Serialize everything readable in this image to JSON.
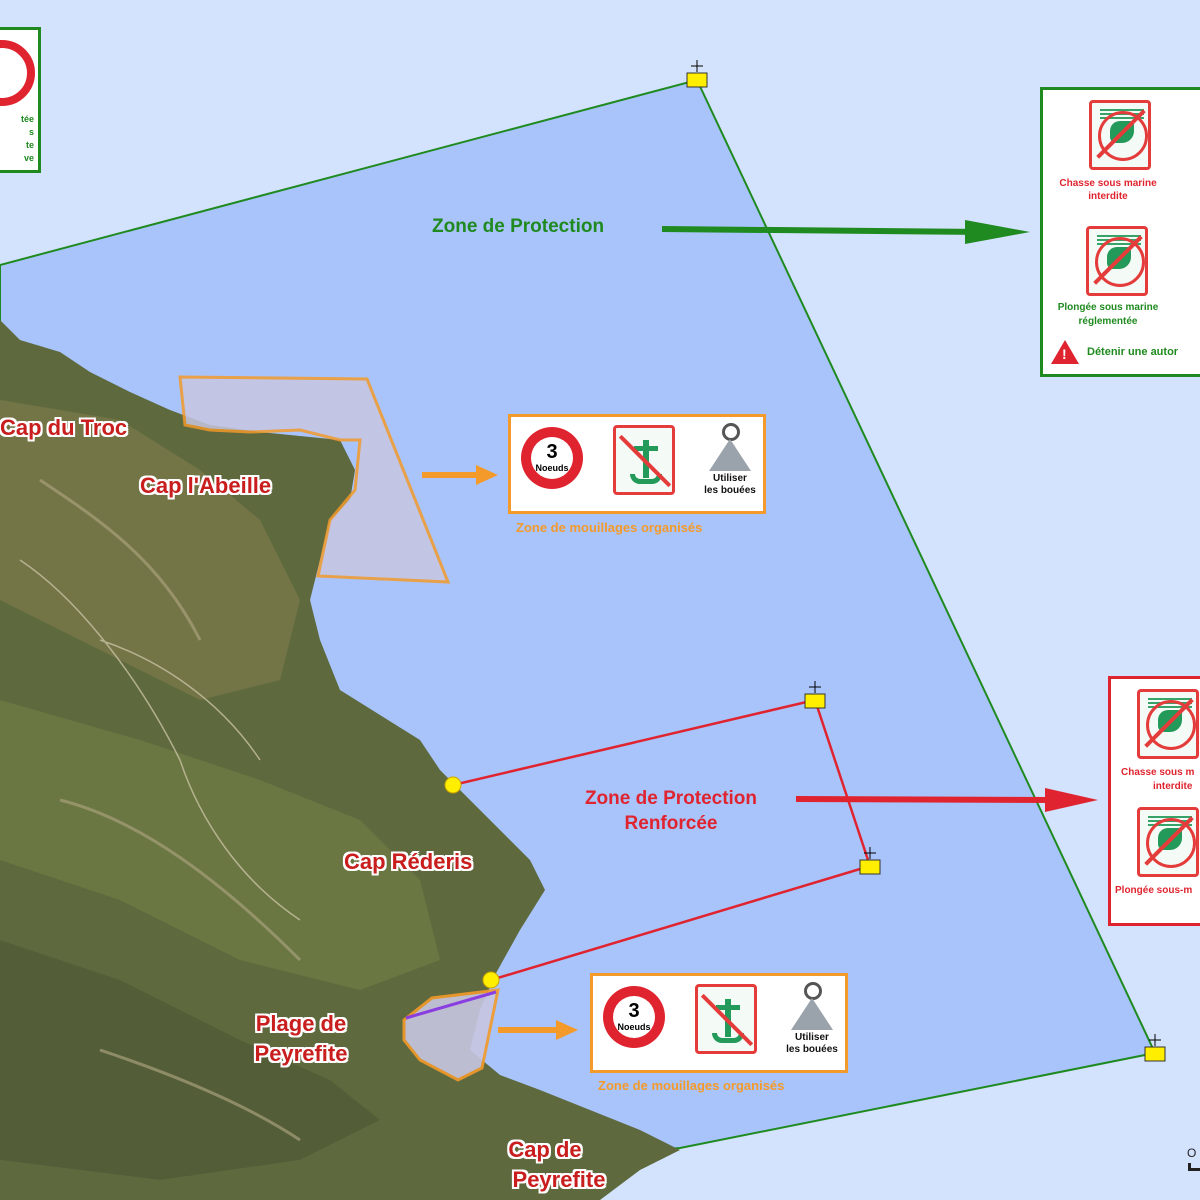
{
  "places": {
    "cap_troc": "Cap du Troc",
    "cap_abeille": "Cap l'Abeille",
    "cap_rederis": "Cap Réderis",
    "plage_peyrefite_1": "Plage de",
    "plage_peyrefite_2": "Peyrefite",
    "cap_peyrefite_1": "Cap de",
    "cap_peyrefite_2": "Peyrefite"
  },
  "zones": {
    "protection": "Zone de Protection",
    "renforcee_1": "Zone de Protection",
    "renforcee_2": "Renforcée"
  },
  "protection_panel": {
    "chasse_1": "Chasse sous marine",
    "chasse_2": "interdite",
    "plongee_1": "Plongée sous marine",
    "plongee_2": "réglementée",
    "warning": "Détenir une autor"
  },
  "renforcee_panel": {
    "chasse_1": "Chasse sous m",
    "chasse_2": "interdite",
    "plongee_1": "Plongée sous-m"
  },
  "mouillage_upper": {
    "speed_number": "3",
    "speed_unit": "Noeuds",
    "buoy_1": "Utiliser",
    "buoy_2": "les bouées",
    "caption": "Zone de mouillages organisés"
  },
  "mouillage_lower": {
    "speed_number": "3",
    "speed_unit": "Noeuds",
    "buoy_1": "Utiliser",
    "buoy_2": "les bouées",
    "caption": "Zone de mouillages organisés"
  },
  "topleft_panel": {
    "line1": "tée",
    "line2": "s",
    "line3": "te",
    "line4": "ve"
  },
  "corner_text": "O",
  "colors": {
    "sea": "#a9c4fb",
    "outer_bg": "#cfe1ff",
    "protection_green": "#1f8a1f",
    "renforcee_red": "#e0242f",
    "mooring_orange": "#f39a2a",
    "place_label_red": "#c81e1e",
    "marker_yellow": "#ffee00"
  }
}
